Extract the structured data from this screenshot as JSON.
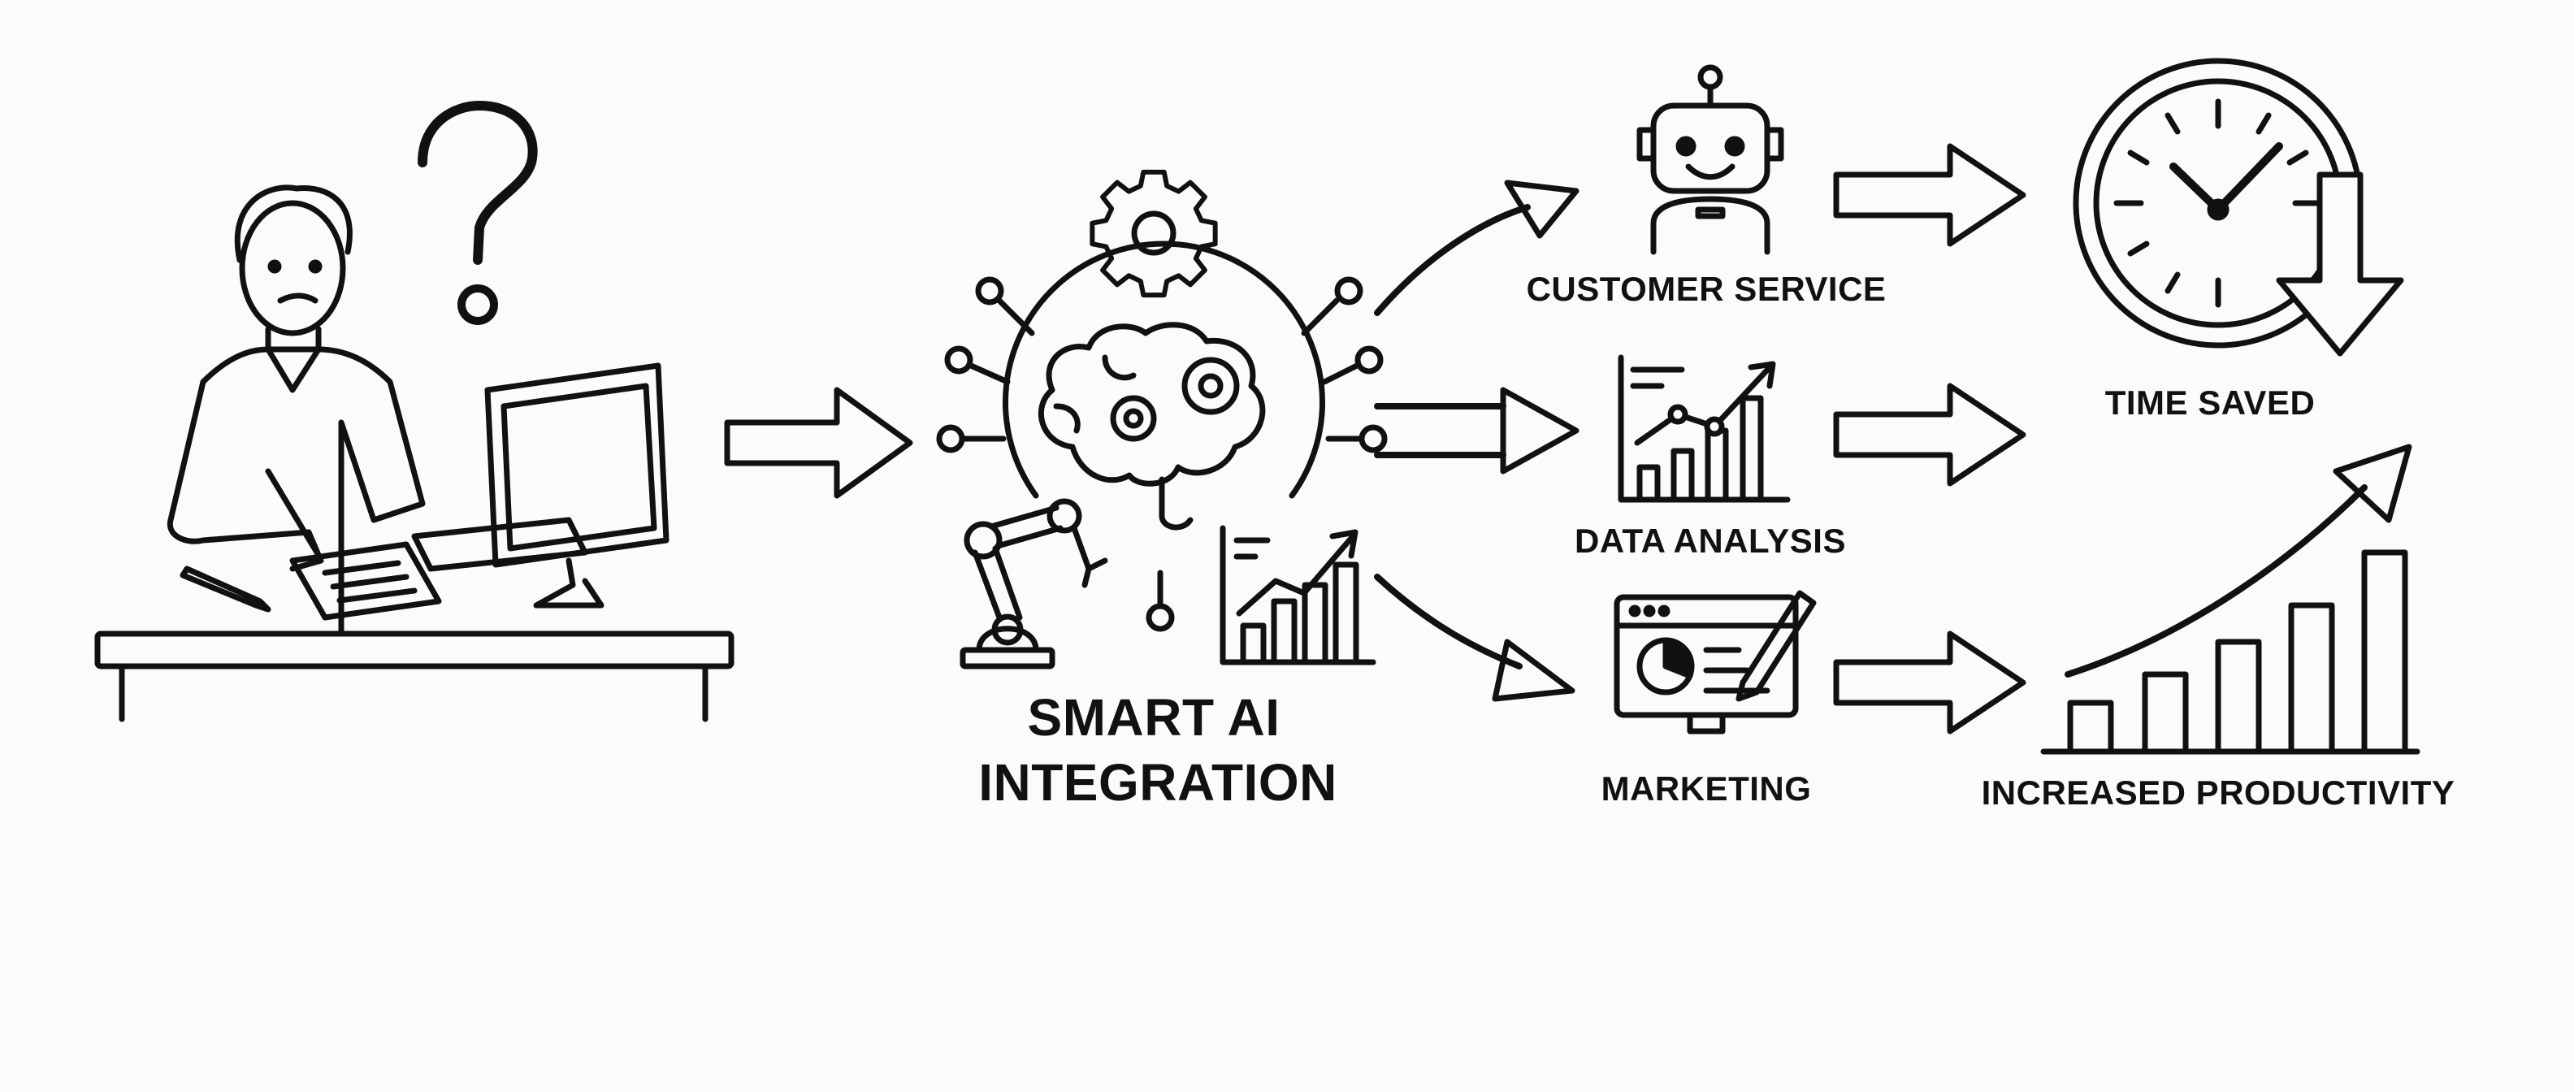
{
  "colors": {
    "ink": "#111111",
    "background": "#fbfbf9"
  },
  "center": {
    "title_line1": "SMART AI",
    "title_line2": "INTEGRATION"
  },
  "branches": {
    "customer_service": "CUSTOMER SERVICE",
    "data_analysis": "DATA ANALYSIS",
    "marketing": "MARKETING"
  },
  "outcomes": {
    "time_saved": "TIME SAVED",
    "increased_productivity": "INCREASED PRODUCTIVITY"
  },
  "icons": [
    "worker-at-desk",
    "question-mark-icon",
    "gear-icon",
    "brain-icon",
    "robot-arm-icon",
    "growth-chart-icon",
    "robot-icon",
    "bar-chart-icon",
    "monitor-pie-chart-icon",
    "clock-icon",
    "rising-bars-icon"
  ]
}
